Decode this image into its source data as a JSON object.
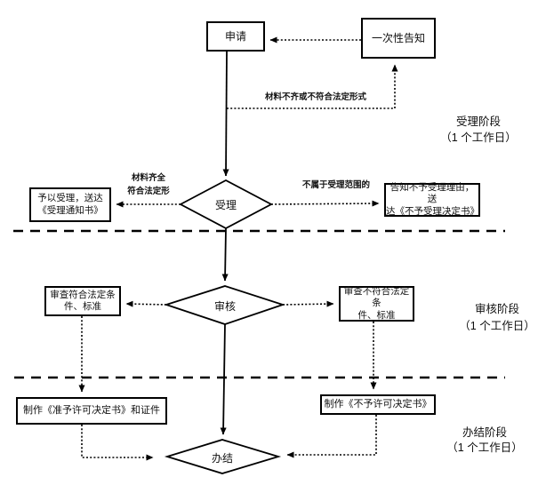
{
  "diagram": {
    "nodes": {
      "apply": {
        "label": "申请"
      },
      "one_time_notice": {
        "label": "一次性告知"
      },
      "accept_decision": {
        "label": "受理"
      },
      "review_decision": {
        "label": "审核"
      },
      "complete_decision": {
        "label": "办结"
      },
      "grant_accept": {
        "line1": "予以受理，送达",
        "line2": "《受理通知书》"
      },
      "reject_accept": {
        "line1": "告知不予受理理由，送",
        "line2": "达《不予受理决定书》"
      },
      "review_pass": {
        "line1": "审查符合法定条",
        "line2": "件、标准"
      },
      "review_fail": {
        "line1": "审查不符合法定条",
        "line2": "件、标准"
      },
      "make_permit": {
        "label": "制作《准予许可决定书》和证件"
      },
      "make_denial": {
        "label": "制作《不予许可决定书》"
      }
    },
    "edge_labels": {
      "incomplete": "材料不齐或不符合法定形式",
      "complete_line1": "材料齐全",
      "complete_line2": "符合法定形",
      "out_of_scope": "不属于受理范围的"
    },
    "stages": [
      {
        "name": "受理阶段",
        "duration": "（1 个工作日）"
      },
      {
        "name": "审核阶段",
        "duration": "（1 个工作日）"
      },
      {
        "name": "办结阶段",
        "duration": "（1 个工作日）"
      }
    ],
    "colors": {
      "line": "#000000",
      "background": "#ffffff"
    }
  }
}
